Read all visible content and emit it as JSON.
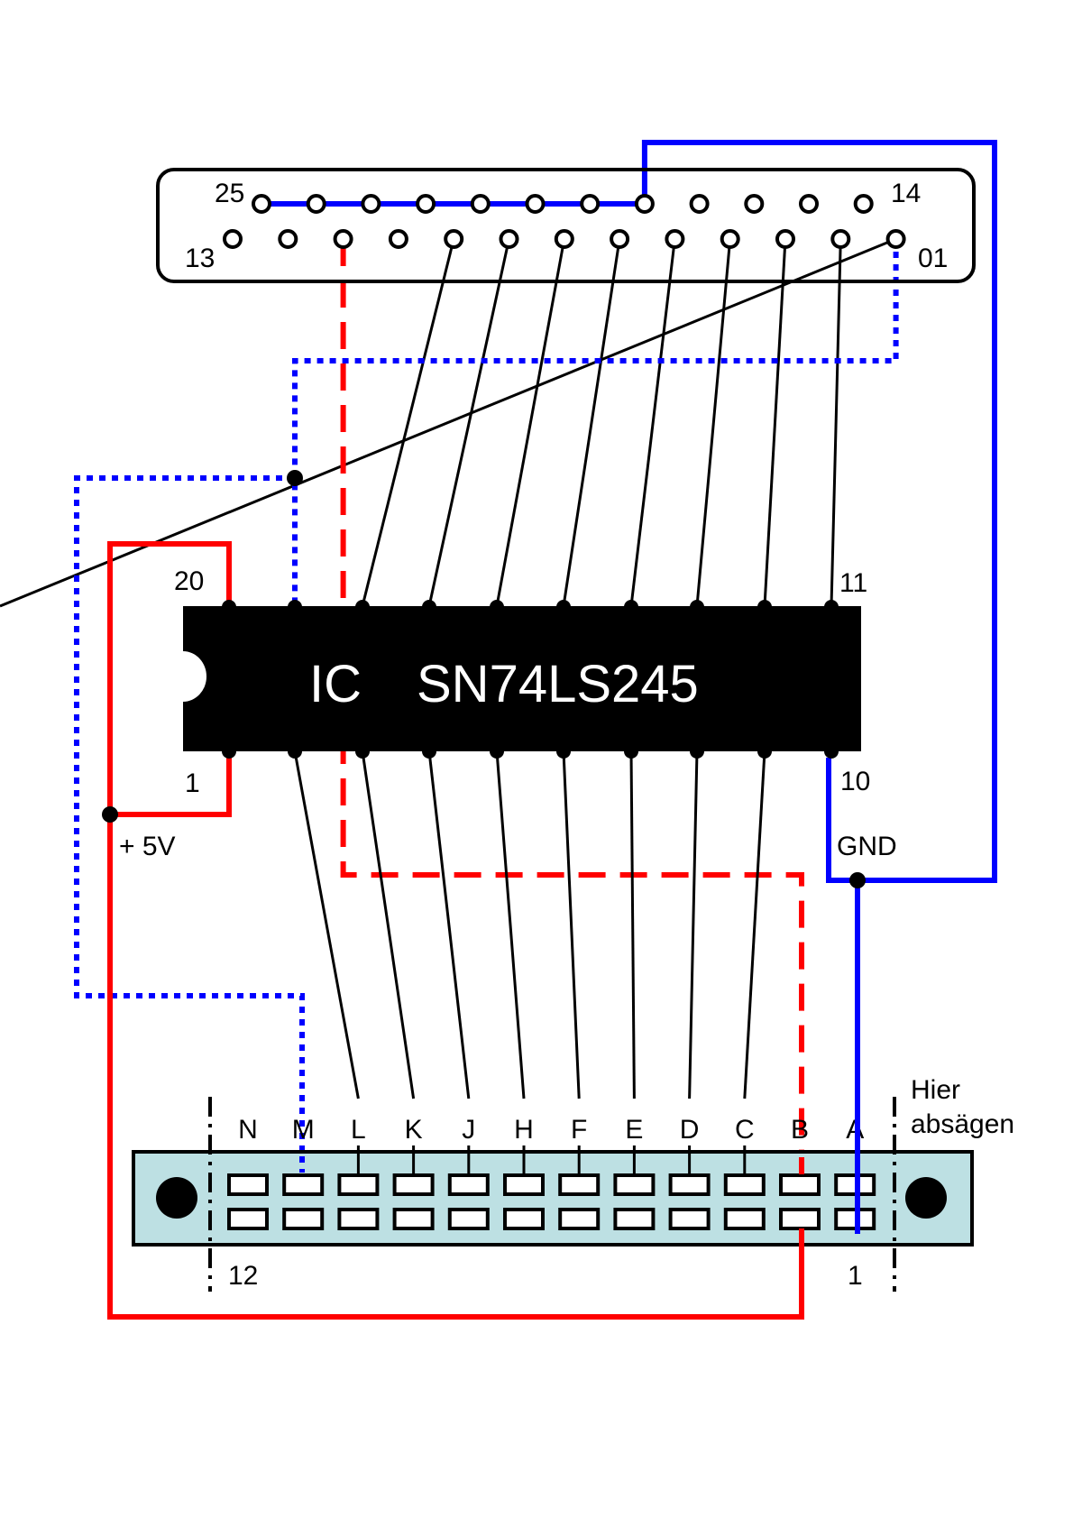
{
  "diagram": {
    "type": "wiring-diagram",
    "colors": {
      "wire_black": "#000000",
      "wire_red": "#ff0000",
      "wire_blue": "#0000ff",
      "ic_body": "#000000",
      "edge_connector_fill": "#bde0e3",
      "background": "#ffffff"
    },
    "db25": {
      "label_pin25": "25",
      "label_pin14": "14",
      "label_pin13": "13",
      "label_pin01": "01"
    },
    "ic": {
      "label_prefix": "IC",
      "part_number": "SN74LS245",
      "pin_20": "20",
      "pin_11": "11",
      "pin_1": "1",
      "pin_10": "10"
    },
    "labels": {
      "plus5v": "+ 5V",
      "gnd": "GND",
      "cut_here_line1": "Hier",
      "cut_here_line2": "absägen"
    },
    "edge_connector": {
      "letters": [
        "N",
        "M",
        "L",
        "K",
        "J",
        "H",
        "F",
        "E",
        "D",
        "C",
        "B",
        "A"
      ],
      "pin_left": "12",
      "pin_right": "1"
    },
    "connections": [
      {
        "from": "DB25 pins 18-25",
        "to": "DB25 pin 18 → GND",
        "style": "blue-solid"
      },
      {
        "from": "DB25 pin 01",
        "to": "IC pin 19 / edge M",
        "style": "blue-dotted"
      },
      {
        "from": "DB25 pin 11",
        "to": "edge B",
        "style": "red-dashed"
      },
      {
        "from": "IC pin 20",
        "to": "+5V",
        "style": "red-solid"
      },
      {
        "from": "IC pin 10",
        "to": "GND / edge A",
        "style": "blue-solid"
      }
    ]
  }
}
